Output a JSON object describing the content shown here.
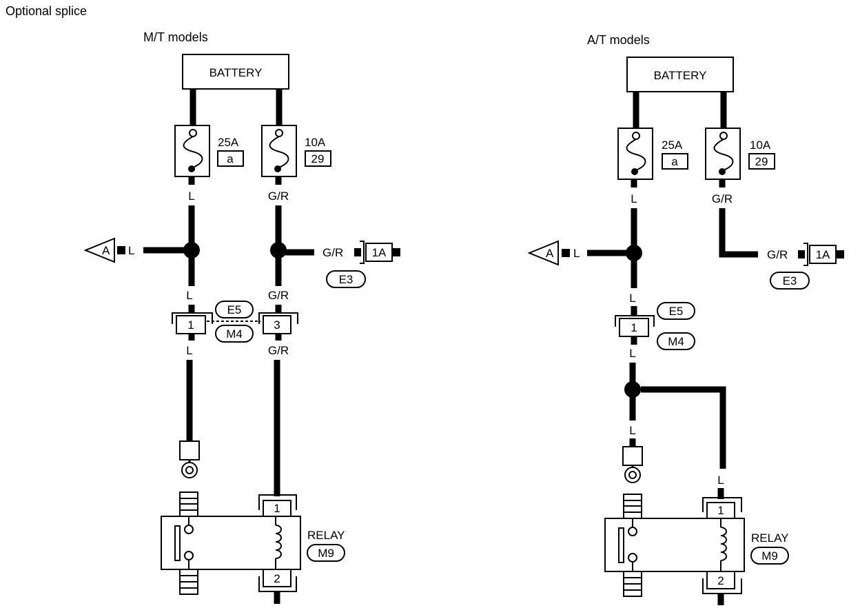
{
  "page_title": "Optional splice",
  "mt": {
    "title": "M/T models",
    "battery": "BATTERY",
    "fuse1": {
      "rating": "25A",
      "id": "a"
    },
    "fuse2": {
      "rating": "10A",
      "id": "29"
    },
    "wire_l": "L",
    "wire_gr": "G/R",
    "arrow_a": "A",
    "conn_1a": "1A",
    "conn_e3": "E3",
    "conn_e5": "E5",
    "conn_m4": "M4",
    "pin_1": "1",
    "pin_3": "3",
    "relay": {
      "label": "RELAY",
      "conn": "M9",
      "pin_top": "1",
      "pin_bottom": "2"
    }
  },
  "at": {
    "title": "A/T models",
    "battery": "BATTERY",
    "fuse1": {
      "rating": "25A",
      "id": "a"
    },
    "fuse2": {
      "rating": "10A",
      "id": "29"
    },
    "wire_l": "L",
    "wire_gr": "G/R",
    "arrow_a": "A",
    "conn_1a": "1A",
    "conn_e3": "E3",
    "conn_e5": "E5",
    "conn_m4": "M4",
    "pin_1": "1",
    "relay": {
      "label": "RELAY",
      "conn": "M9",
      "pin_top": "1",
      "pin_bottom": "2"
    }
  },
  "colors": {
    "line": "#000000",
    "background": "#ffffff"
  }
}
